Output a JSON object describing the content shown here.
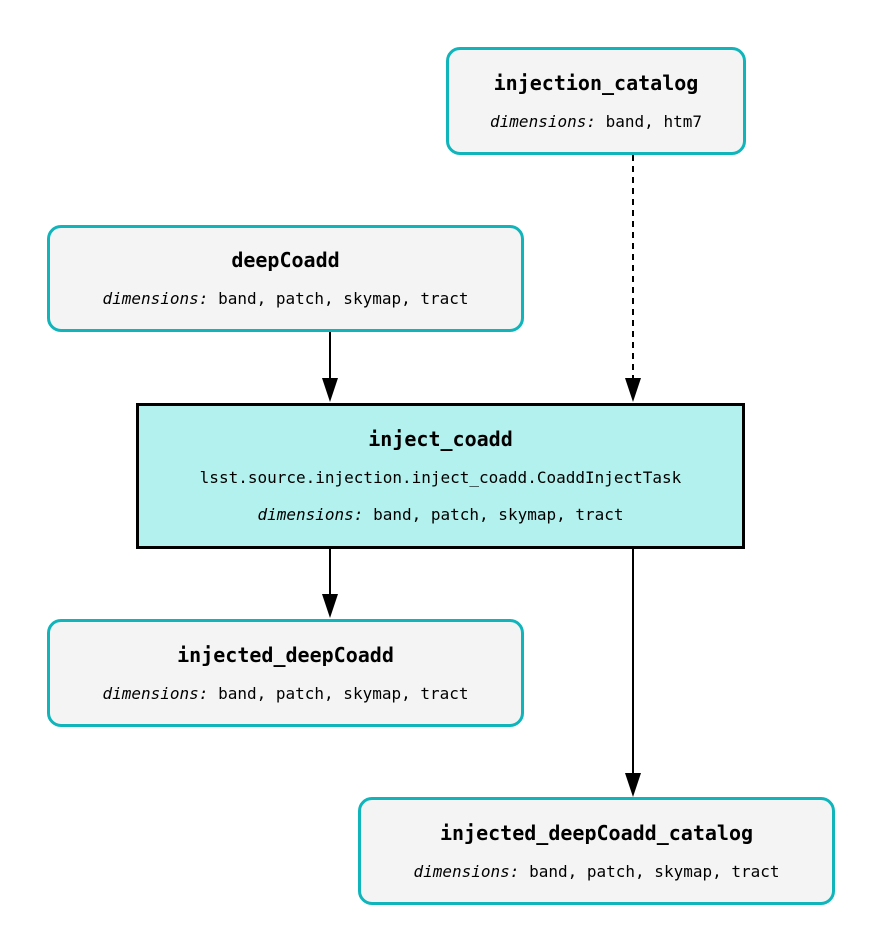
{
  "nodes": {
    "injection_catalog": {
      "title": "injection_catalog",
      "dimensions_label": "dimensions:",
      "dimensions_value": "band, htm7"
    },
    "deepCoadd": {
      "title": "deepCoadd",
      "dimensions_label": "dimensions:",
      "dimensions_value": "band, patch, skymap, tract"
    },
    "inject_coadd": {
      "title": "inject_coadd",
      "task_class": "lsst.source.injection.inject_coadd.CoaddInjectTask",
      "dimensions_label": "dimensions:",
      "dimensions_value": "band, patch, skymap, tract"
    },
    "injected_deepCoadd": {
      "title": "injected_deepCoadd",
      "dimensions_label": "dimensions:",
      "dimensions_value": "band, patch, skymap, tract"
    },
    "injected_deepCoadd_catalog": {
      "title": "injected_deepCoadd_catalog",
      "dimensions_label": "dimensions:",
      "dimensions_value": "band, patch, skymap, tract"
    }
  },
  "edges": [
    {
      "from": "deepCoadd",
      "to": "inject_coadd",
      "style": "solid"
    },
    {
      "from": "injection_catalog",
      "to": "inject_coadd",
      "style": "dashed"
    },
    {
      "from": "inject_coadd",
      "to": "injected_deepCoadd",
      "style": "solid"
    },
    {
      "from": "inject_coadd",
      "to": "injected_deepCoadd_catalog",
      "style": "solid"
    }
  ],
  "colors": {
    "dataset_border": "#10b5bb",
    "dataset_fill": "#f4f4f4",
    "task_fill": "#b2f1ed",
    "task_border": "#000000",
    "edge": "#000000"
  }
}
